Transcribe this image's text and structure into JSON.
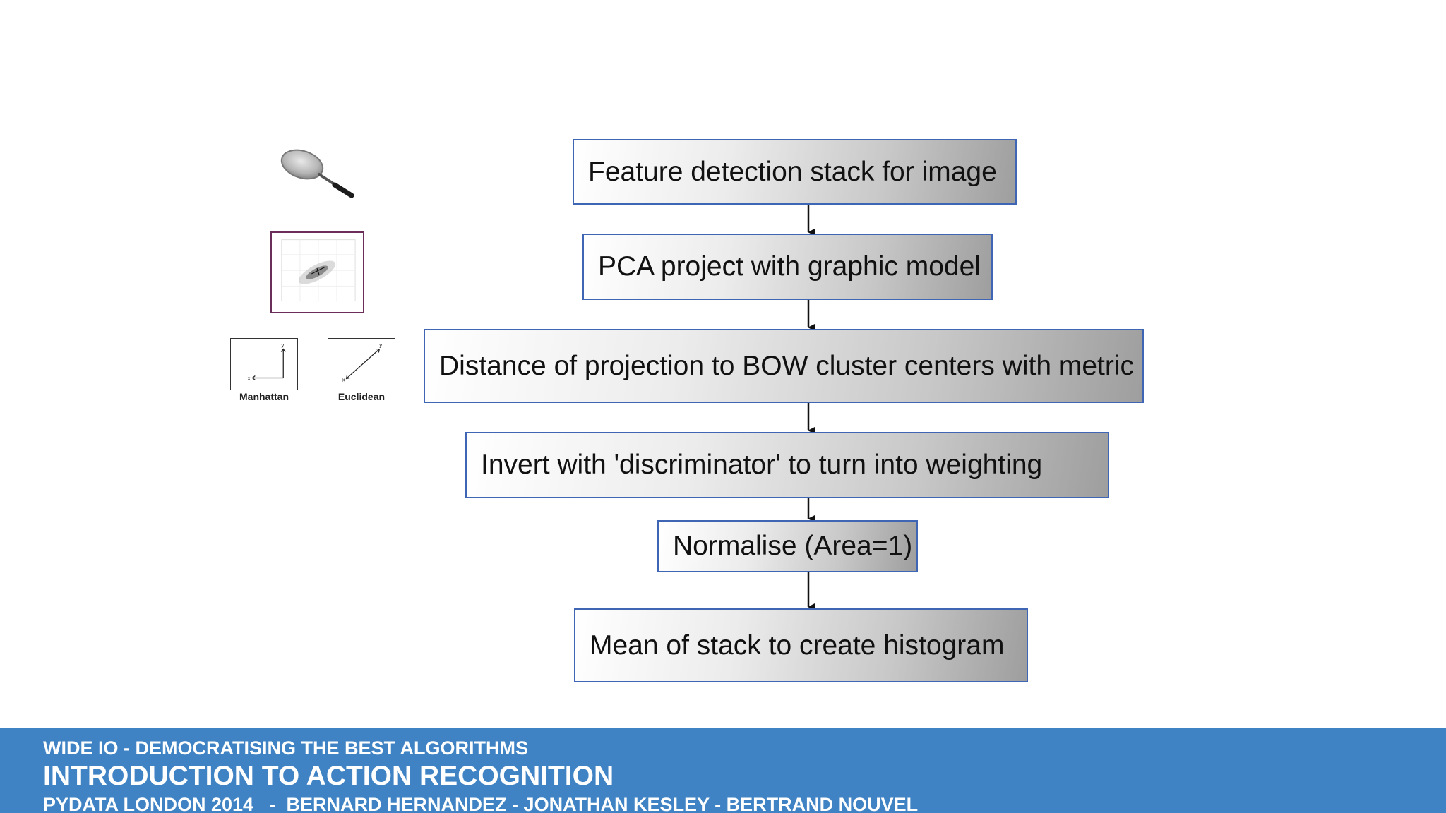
{
  "diagram": {
    "steps": [
      "Feature detection stack for image",
      "PCA project with graphic model",
      "Distance of projection to BOW cluster centers with metric",
      "Invert with 'discriminator' to turn into weighting",
      "Normalise (Area=1)",
      "Mean of stack to create histogram"
    ]
  },
  "illustrations": {
    "manhattan_label": "Manhattan",
    "euclidean_label": "Euclidean"
  },
  "footer": {
    "line1": "WIDE IO - DEMOCRATISING THE BEST ALGORITHMS",
    "line2": "INTRODUCTION TO ACTION RECOGNITION",
    "line3": "PYDATA LONDON 2014   -  BERNARD HERNANDEZ - JONATHAN KESLEY - BERTRAND NOUVEL"
  },
  "colors": {
    "box_border": "#3f66b5",
    "footer_bg": "#3f83c4",
    "scatter_frame": "#6b2d5a"
  }
}
